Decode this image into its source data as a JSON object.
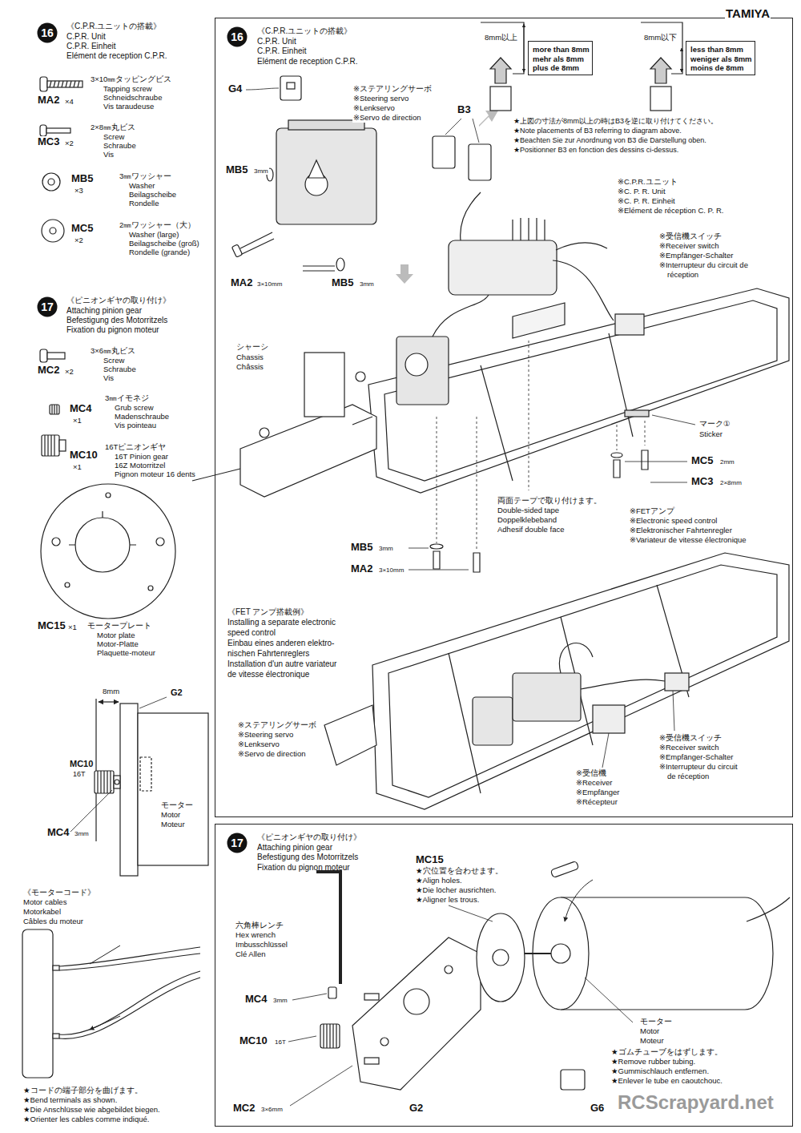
{
  "diagram": {
    "nodes": [
      {
        "text": [
          "16"
        ]
      },
      {
        "text": [
          "17"
        ]
      },
      {
        "text": [
          "《C.P.R.ユニットの搭載》",
          "C.P.R. Unit",
          "C.P.R. Einheit",
          "Elément de reception C.P.R."
        ]
      },
      {
        "text": [
          "16"
        ],
        "in": 2
      },
      {
        "text": [
          "more than 8mm",
          "mehr als 8mm",
          "plus de 8mm"
        ],
        "in": 2
      },
      {
        "text": [
          "less than 8mm",
          "weniger als 8mm",
          "moins de 8mm"
        ],
        "in": 2
      },
      {
        "text": [
          "《ピニオンギヤの取り付け》",
          "Attaching pinion gear",
          "Befestigung des Motorritzels",
          "Fixation du pignon moteur"
        ]
      },
      {
        "text": [
          "17"
        ],
        "in": 6
      }
    ],
    "labels": [
      "TAMIYA",
      "《C.P.R.ユニットの搭載》",
      "C.P.R. Unit",
      "C.P.R. Einheit",
      "Elément de reception C.P.R.",
      "3×10㎜タッピングビス",
      "Tapping screw",
      "Schneidschraube",
      "Vis taraudeuse",
      "MA2",
      "×4",
      "2×8㎜丸ビス",
      "Screw",
      "Schraube",
      "Vis",
      "MC3",
      "×2",
      "3㎜ワッシャー",
      "Washer",
      "Beilagscheibe",
      "Rondelle",
      "MB5",
      "×3",
      "2㎜ワッシャー（大）",
      "Washer (large)",
      "Beilagscheibe (groß)",
      "Rondelle (grande)",
      "MC5",
      "×2",
      "《ピニオンギヤの取り付け》",
      "Attaching pinion gear",
      "Befestigung des Motorritzels",
      "Fixation du pignon moteur",
      "3×6㎜丸ビス",
      "Screw",
      "Schraube",
      "Vis",
      "MC2",
      "×2",
      "3㎜イモネジ",
      "Grub screw",
      "Madenschraube",
      "Vis pointeau",
      "MC4",
      "×1",
      "16Tピニオンギヤ",
      "16T Pinion gear",
      "16Z Motorritzel",
      "Pignon moteur 16 dents",
      "MC10",
      "×1",
      "MC15",
      "×1",
      "モータープレート",
      "Motor plate",
      "Motor-Platte",
      "Plaquette-moteur",
      "8mm",
      "G2",
      "MC10",
      "16T",
      "モーター",
      "Motor",
      "Moteur",
      "MC4",
      "3mm",
      "《モーターコード》",
      "Motor cables",
      "Motorkabel",
      "Câbles du moteur",
      "★コードの端子部分を曲げます。",
      "★Bend terminals as shown.",
      "★Die Anschlüsse wie abgebildet biegen.",
      "★Orienter les cables comme indiqué.",
      "G4",
      "※ステアリングサーボ",
      "※Steering servo",
      "※Lenkservo",
      "※Servo de direction",
      "B3",
      "MB5",
      "3mm",
      "MA2",
      "3×10mm",
      "MB5",
      "3mm",
      "8mm以上",
      "8mm以下",
      "★上図の寸法が8mm以上の時はB3を逆に取り付けてください。",
      "★Note placements of B3 referring to diagram above.",
      "★Beachten Sie zur Anordnung von B3 die Darstellung oben.",
      "★Positionner B3 en fonction des dessins ci-dessus.",
      "※C.P.R.ユニット",
      "※C. P. R. Unit",
      "※C. P. R. Einheit",
      "※Elément de réception C. P. R.",
      "※受信機スイッチ",
      "※Receiver switch",
      "※Empfänger-Schalter",
      "※Interrupteur du circuit de",
      "réception",
      "シャーシ",
      "Chassis",
      "Châssis",
      "マーク①",
      "Sticker",
      "MC5",
      "2mm",
      "MC3",
      "2×8mm",
      "両面テープで取り付けます。",
      "Double-sided tape",
      "Doppelklebeband",
      "Adhesif double face",
      "※FETアンプ",
      "※Electronic speed control",
      "※Elektronischer Fahrtenregler",
      "※Variateur de vitesse électronique",
      "MB5",
      "3mm",
      "MA2",
      "3×10mm",
      "《FET アンプ搭載例》",
      "Installing a separate electronic",
      "speed control",
      "Einbau eines anderen elektro-",
      "nischen Fahrtenreglers",
      "Installation d'un autre variateur",
      "de vitesse électronique",
      "※ステアリングサーボ",
      "※Steering servo",
      "※Lenkservo",
      "※Servo de direction",
      "※受信機スイッチ",
      "※Receiver switch",
      "※Empfänger-Schalter",
      "※Interrupteur du circuit",
      "de réception",
      "※受信機",
      "※Receiver",
      "※Empfänger",
      "※Récepteur",
      "MC15",
      "★穴位置を合わせます。",
      "★Align holes.",
      "★Die löcher ausrichten.",
      "★Aligner les trous.",
      "六角棒レンチ",
      "Hex wrench",
      "Imbusschlüssel",
      "Clé Allen",
      "MC4",
      "3mm",
      "MC10",
      "16T",
      "MC2",
      "3×6mm",
      "G2",
      "G6",
      "モーター",
      "Motor",
      "Moteur",
      "★ゴムチューブをはずします。",
      "★Remove rubber tubing.",
      "★Gummischlauch entfernen.",
      "★Enlever le tube en caoutchouc.",
      "RCScrapyard.net"
    ]
  }
}
